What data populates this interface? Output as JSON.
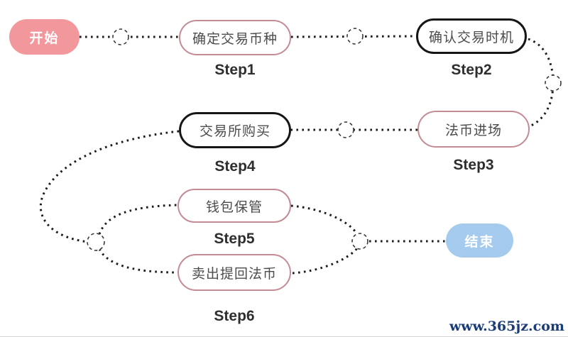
{
  "diagram": {
    "title": "crypto-trading-process-flowchart",
    "nodes": {
      "start": {
        "label": "开始"
      },
      "end": {
        "label": "结束"
      },
      "steps": [
        {
          "id": "step1",
          "label": "确定交易币种",
          "step": "Step1",
          "border": "pink"
        },
        {
          "id": "step2",
          "label": "确认交易时机",
          "step": "Step2",
          "border": "black"
        },
        {
          "id": "step3",
          "label": "法币进场",
          "step": "Step3",
          "border": "pink"
        },
        {
          "id": "step4",
          "label": "交易所购买",
          "step": "Step4",
          "border": "black"
        },
        {
          "id": "step5",
          "label": "钱包保管",
          "step": "Step5",
          "border": "pink"
        },
        {
          "id": "step6",
          "label": "卖出提回法币",
          "step": "Step6",
          "border": "pink"
        }
      ]
    },
    "edges": [
      {
        "from": "start",
        "to": "step1"
      },
      {
        "from": "step1",
        "to": "step2"
      },
      {
        "from": "step2",
        "to": "step3"
      },
      {
        "from": "step3",
        "to": "step4"
      },
      {
        "from": "step4",
        "to": "step5"
      },
      {
        "from": "step4",
        "to": "step6"
      },
      {
        "from": "step5",
        "to": "end"
      },
      {
        "from": "step6",
        "to": "end"
      }
    ],
    "colors": {
      "start_fill": "#f2979c",
      "end_fill": "#a4cbee",
      "pink_border": "#c48b95",
      "black_border": "#161616",
      "box_text": "#4c4c4c",
      "step_label": "#2e2e2e",
      "connector": "#1c1c1c",
      "watermark": "#1c3c78"
    }
  },
  "watermark": "www.365jz.com"
}
